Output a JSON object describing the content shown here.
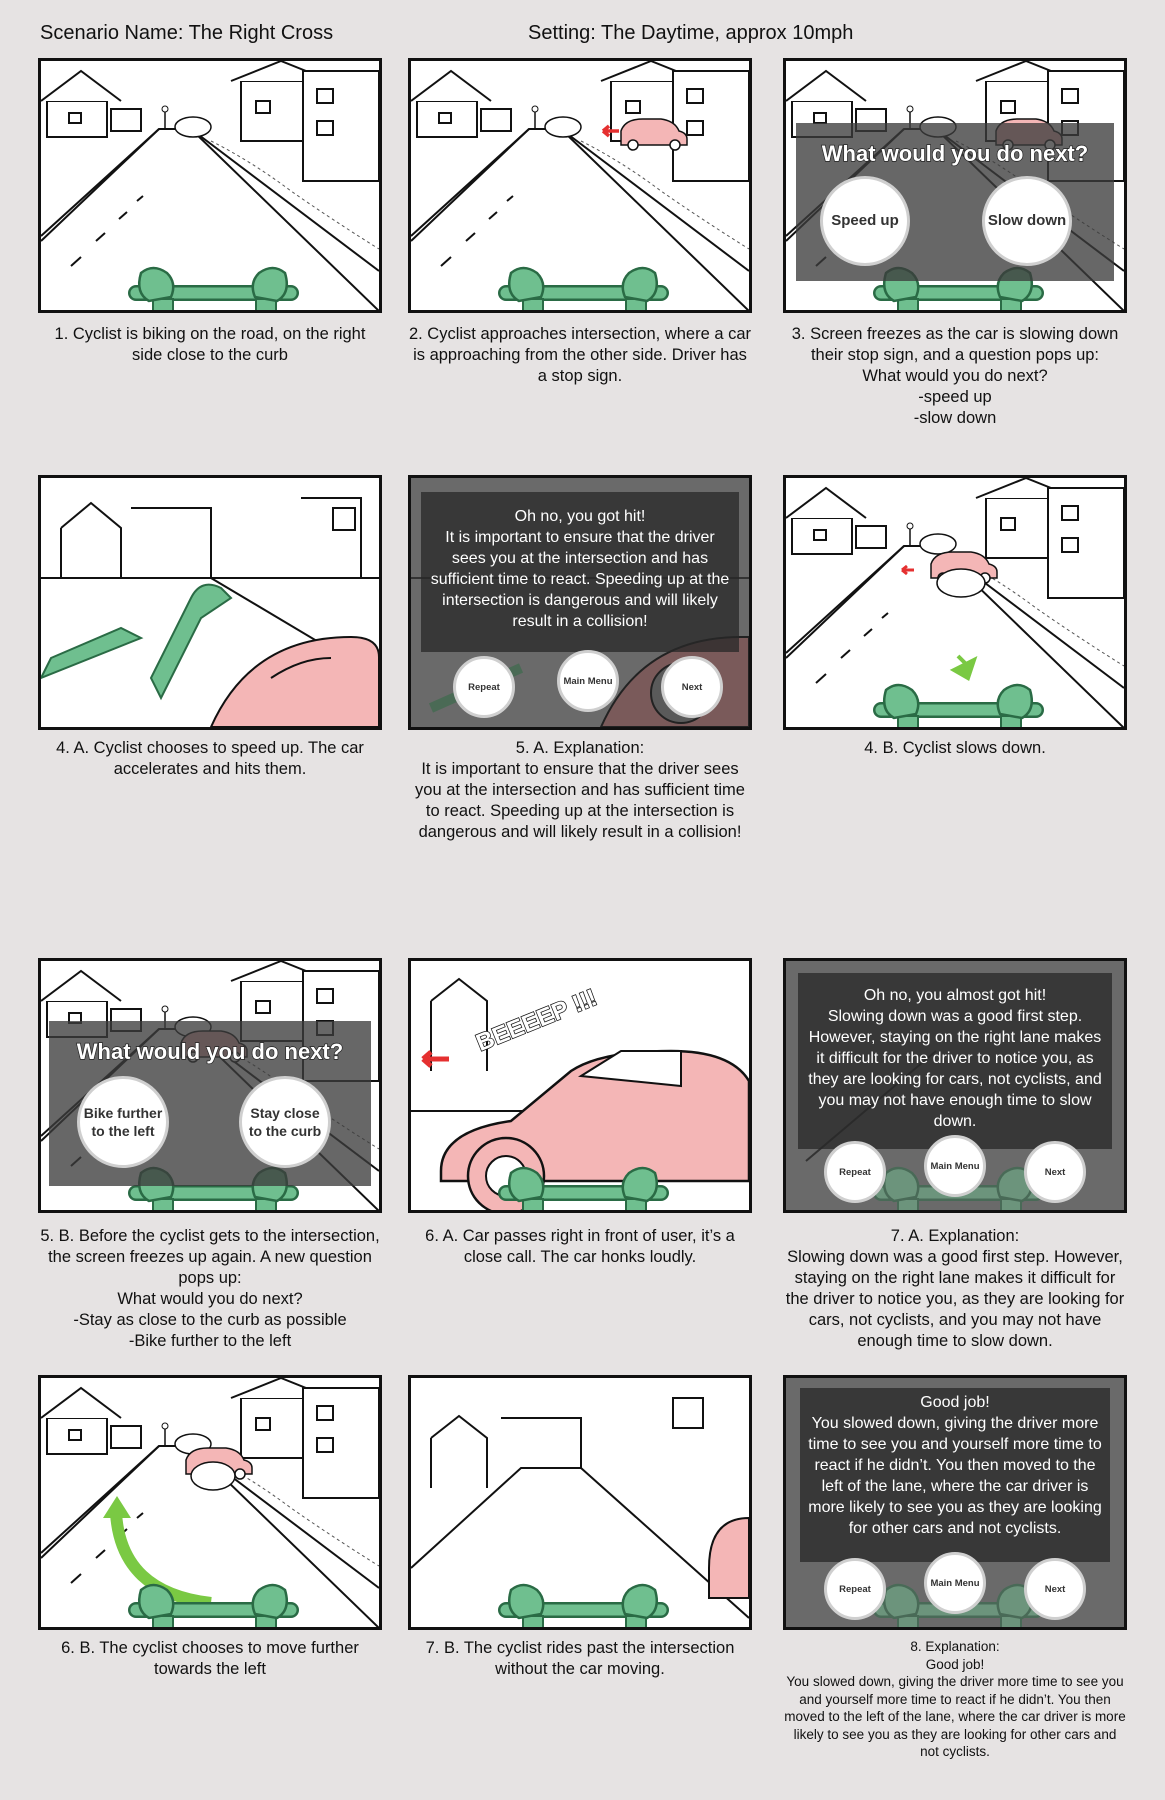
{
  "header": {
    "scenario": "Scenario Name: The Right Cross",
    "setting": "Setting: The Daytime, approx 10mph"
  },
  "question": "What would you do next?",
  "panels": [
    {
      "caption": "1. Cyclist is biking on the road, on the right side close to the curb"
    },
    {
      "caption": "2. Cyclist approaches intersection, where a car is approaching from the other side. Driver has a stop sign."
    },
    {
      "caption": [
        "3. Screen freezes as the car is slowing down their stop sign, and a question pops up:",
        "What would you do next?",
        "-speed up",
        "-slow down"
      ],
      "options": [
        "Speed up",
        "Slow down"
      ]
    },
    {
      "caption": "4. A. Cyclist chooses to speed up. The car accelerates and hits them."
    },
    {
      "caption": [
        "5. A. Explanation:",
        "It is important to ensure that the driver sees you at the intersection and has sufficient time to react. Speeding up at the intersection is dangerous and will likely result in a collision!"
      ],
      "overlay_text": "Oh no, you got hit!\nIt is important to ensure that the driver sees you at the intersection and has sufficient time to react. Speeding up at the intersection is dangerous and will likely result in a collision!",
      "buttons": [
        "Repeat",
        "Main Menu",
        "Next"
      ]
    },
    {
      "caption": "4. B. Cyclist slows down."
    },
    {
      "caption": [
        "5. B. Before the cyclist gets to the intersection, the screen freezes up again. A new question pops up:",
        "What would you do next?",
        "-Stay as close to the curb as possible",
        "-Bike further to the left"
      ],
      "options": [
        "Bike further to the left",
        "Stay close to the curb"
      ]
    },
    {
      "caption": "6. A. Car passes right in front of user, it’s a close call. The car honks loudly.",
      "honk": "BEEEEP !!!"
    },
    {
      "caption": [
        "7. A. Explanation:",
        "Slowing down was a good first step. However, staying on the right lane makes it difficult for the driver to notice you, as they are looking for cars, not cyclists, and you may not have enough time to slow down."
      ],
      "overlay_text": "Oh no, you almost got hit!\nSlowing down was a good first step. However, staying on the right lane makes it difficult for the driver to notice you, as they are looking for cars, not cyclists, and you may not have enough time to slow down.",
      "buttons": [
        "Repeat",
        "Main Menu",
        "Next"
      ]
    },
    {
      "caption": "6. B. The cyclist chooses to move further towards the left"
    },
    {
      "caption": "7. B. The cyclist rides past the intersection without the car moving."
    },
    {
      "caption": [
        "8. Explanation:",
        "Good job!",
        "You slowed down, giving the driver more time to see you and yourself more time to react if he didn’t. You then moved to the left of the lane, where the car driver is more likely to see you as they are looking for other cars and not cyclists."
      ],
      "overlay_text": "Good job!\nYou slowed down, giving the driver more time to see you and yourself more time to react if he didn’t. You then moved to the left of the lane, where the car driver is more likely to see you as they are looking for other cars and not cyclists.",
      "buttons": [
        "Repeat",
        "Main Menu",
        "Next"
      ]
    }
  ],
  "colors": {
    "car": "#f4b6b6",
    "handlebar": "#6fbf8f",
    "arrow_red": "#e53030",
    "arrow_green": "#7ac943",
    "overlay": "#3c3c3c"
  }
}
